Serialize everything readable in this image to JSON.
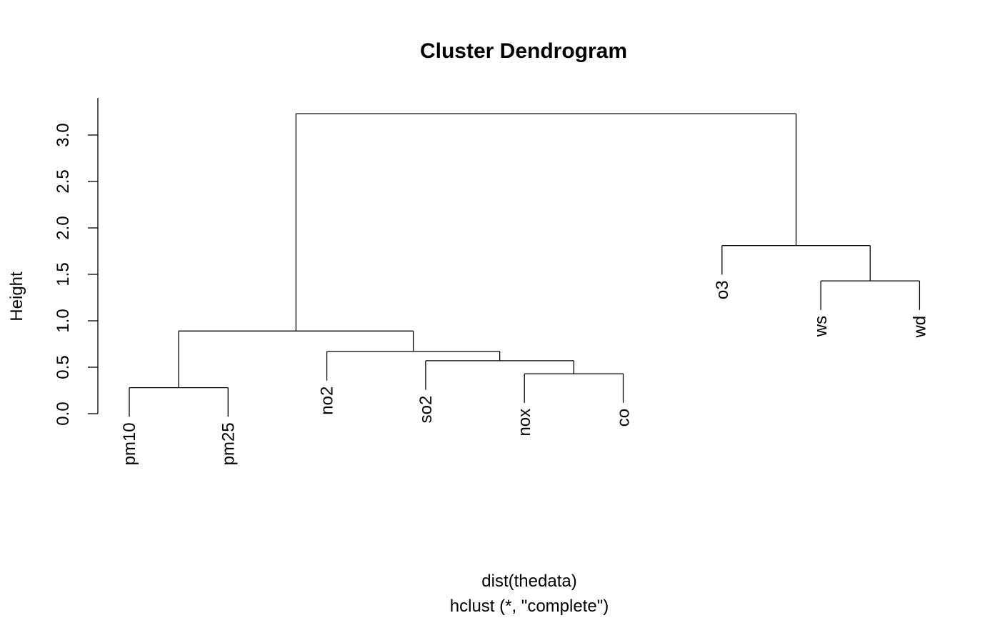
{
  "chart_data": {
    "type": "dendrogram",
    "title": "Cluster Dendrogram",
    "ylabel": "Height",
    "xlabel": "dist(thedata)",
    "sublabel": "hclust (*, \"complete\")",
    "ylim": [
      0,
      3.3
    ],
    "yticks": [
      "0.0",
      "0.5",
      "1.0",
      "1.5",
      "2.0",
      "2.5",
      "3.0"
    ],
    "leaves": [
      "pm10",
      "pm25",
      "no2",
      "so2",
      "nox",
      "co",
      "o3",
      "ws",
      "wd"
    ],
    "merges": [
      {
        "left": "pm10",
        "right": "pm25",
        "height": 0.28
      },
      {
        "left": "nox",
        "right": "co",
        "height": 0.43
      },
      {
        "left": "so2",
        "right": "nox+co",
        "height": 0.57
      },
      {
        "left": "no2",
        "right": "so2+nox+co",
        "height": 0.67
      },
      {
        "left": "pm10+pm25",
        "right": "no2+so2+nox+co",
        "height": 0.89
      },
      {
        "left": "ws",
        "right": "wd",
        "height": 1.43
      },
      {
        "left": "o3",
        "right": "ws+wd",
        "height": 1.81
      },
      {
        "left": "pm10+pm25+no2+so2+nox+co",
        "right": "o3+ws+wd",
        "height": 3.23
      }
    ],
    "grid": false,
    "legend": "none"
  }
}
